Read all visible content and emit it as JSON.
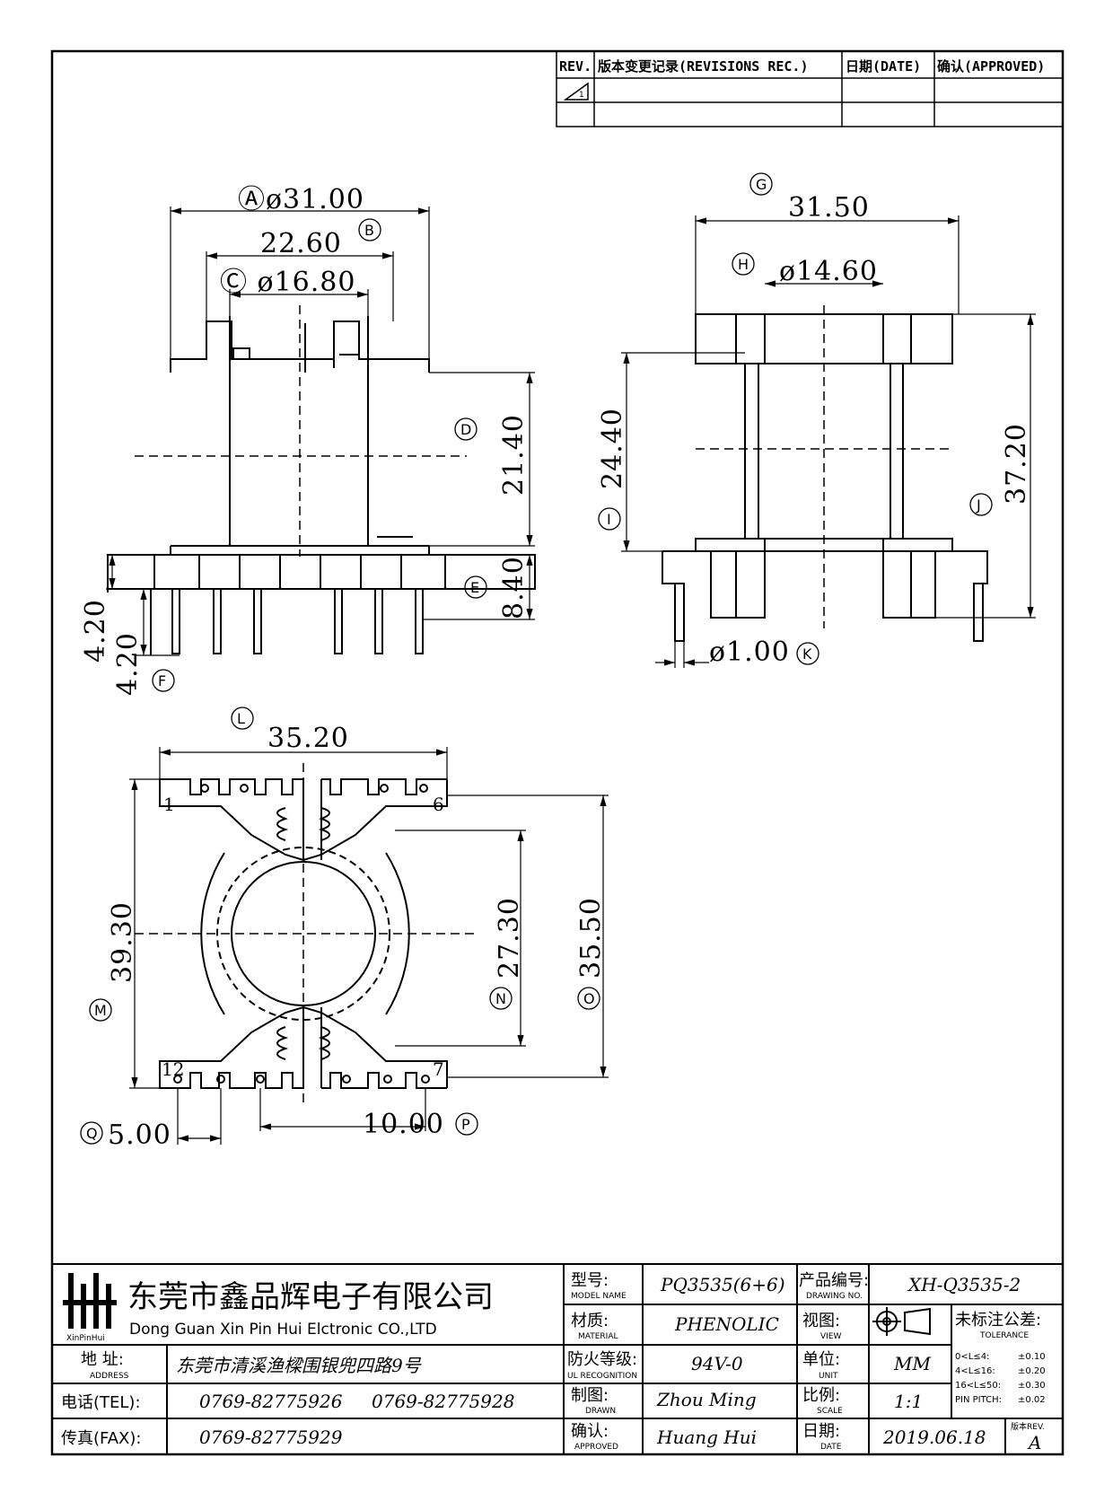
{
  "revision_table": {
    "headers": [
      "REV.",
      "版本变更记录(REVISIONS REC.)",
      "日期(DATE)",
      "确认(APPROVED)"
    ],
    "row1_mark": "1"
  },
  "side_view": {
    "dim_A": "Ⓐø31.00",
    "dim_B_value": "22.60",
    "dim_B_tag": "B",
    "dim_C": "Ⓒ ø16.80",
    "dim_D_value": "21.40",
    "dim_D_tag": "D",
    "dim_E_value": "8.40",
    "dim_E_tag": "E",
    "dim_left_top": "4.20",
    "dim_left_bottom": "4.20",
    "dim_F_tag": "F"
  },
  "front_view": {
    "dim_G_tag": "G",
    "dim_G_value": "31.50",
    "dim_H_tag": "H",
    "dim_H_value": "ø14.60",
    "dim_I_value": "24.40",
    "dim_I_tag": "I",
    "dim_J_value": "37.20",
    "dim_J_tag": "J",
    "dim_K_value": "ø1.00",
    "dim_K_tag": "K"
  },
  "bottom_view": {
    "dim_L_tag": "L",
    "dim_L_value": "35.20",
    "dim_M_value": "39.30",
    "dim_M_tag": "M",
    "dim_N_value": "27.30",
    "dim_N_tag": "N",
    "dim_O_value": "35.50",
    "dim_O_tag": "O",
    "dim_Q_tag": "Q",
    "dim_Q_value": "5.00",
    "dim_P_value": "10.00",
    "dim_P_tag": "P",
    "pin_1": "1",
    "pin_6": "6",
    "pin_7": "7",
    "pin_12": "12"
  },
  "title_block": {
    "company_cn": "东莞市鑫品辉电子有限公司",
    "company_en": "Dong Guan Xin Pin Hui Elctronic CO.,LTD",
    "logo_text": "XinPinHui",
    "address_label": "地  址:",
    "address_label_en": "ADDRESS",
    "address_value": "东莞市清溪渔樑围银兜四路9号",
    "tel_label": "电话(TEL):",
    "tel_value_1": "0769-82775926",
    "tel_value_2": "0769-82775928",
    "fax_label": "传真(FAX):",
    "fax_value": "0769-82775929",
    "model_label": "型号:",
    "model_label_en": "MODEL NAME",
    "model_value": "PQ3535(6+6)",
    "material_label": "材质:",
    "material_label_en": "MATERIAL",
    "material_value": "PHENOLIC",
    "flame_label": "防火等级:",
    "flame_label_en": "UL RECOGNITION",
    "flame_value": "94V-0",
    "drawn_label": "制图:",
    "drawn_label_en": "DRAWN",
    "drawn_value": "Zhou Ming",
    "approved_label": "确认:",
    "approved_label_en": "APPROVED",
    "approved_value": "Huang Hui",
    "drawing_no_label": "产品编号:",
    "drawing_no_label_en": "DRAWING NO.",
    "drawing_no_value": "XH-Q3535-2",
    "view_label": "视图:",
    "view_label_en": "VIEW",
    "unit_label": "单位:",
    "unit_label_en": "UNIT",
    "unit_value": "MM",
    "scale_label": "比例:",
    "scale_label_en": "SCALE",
    "scale_value": "1:1",
    "date_label": "日期:",
    "date_label_en": "DATE",
    "date_value": "2019.06.18",
    "tolerance_title": "未标注公差:",
    "tolerance_title_en": "TOLERANCE",
    "tolerance_rows": [
      {
        "range": "0<L≤4:",
        "value": "±0.10"
      },
      {
        "range": "4<L≤16:",
        "value": "±0.20"
      },
      {
        "range": "16<L≤50:",
        "value": "±0.30"
      },
      {
        "range": "PIN PITCH:",
        "value": "±0.02"
      }
    ],
    "rev_label": "版本REV.",
    "rev_value": "A"
  }
}
